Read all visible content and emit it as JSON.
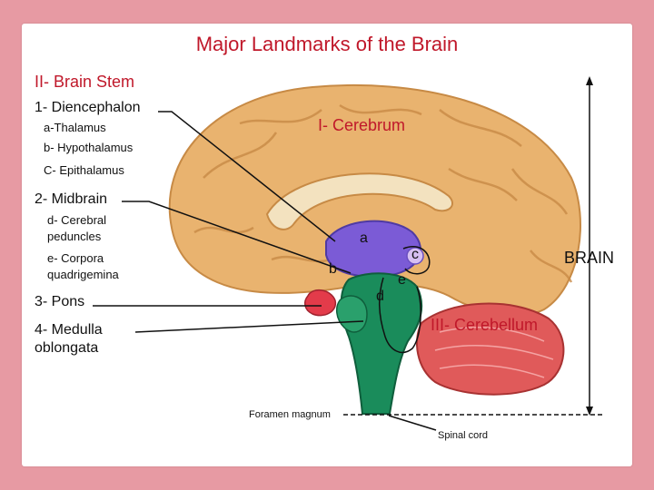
{
  "title": "Major Landmarks of the Brain",
  "section_brain_stem": "II- Brain Stem",
  "diencephalon": "1- Diencephalon",
  "thalamus": "a-Thalamus",
  "hypothalamus": "b- Hypothalamus",
  "epithalamus": "C- Epithalamus",
  "midbrain": "2- Midbrain",
  "cerebral_peduncles": [
    "d- Cerebral",
    "peduncles"
  ],
  "corpora_quadrigemina": [
    "e- Corpora",
    "quadrigemina"
  ],
  "pons": "3- Pons",
  "medulla": [
    "4- Medulla",
    "oblongata"
  ],
  "cerebrum": "I- Cerebrum",
  "brain": "BRAIN",
  "cerebellum": "III- Cerebellum",
  "letters": {
    "a": "a",
    "b": "b",
    "c": "c",
    "d": "d",
    "e": "e"
  },
  "foramen_magnum": "Foramen magnum",
  "spinal_cord": "Spinal cord",
  "colors": {
    "background": "#e79aa3",
    "title": "#c0182a",
    "cerebrum": "#e9b36f",
    "cerebellum": "#e05a5a",
    "brainstem": "#1a8c5b",
    "thalamus": "#7b5bd6",
    "hypothalamus": "#e33b4a"
  }
}
